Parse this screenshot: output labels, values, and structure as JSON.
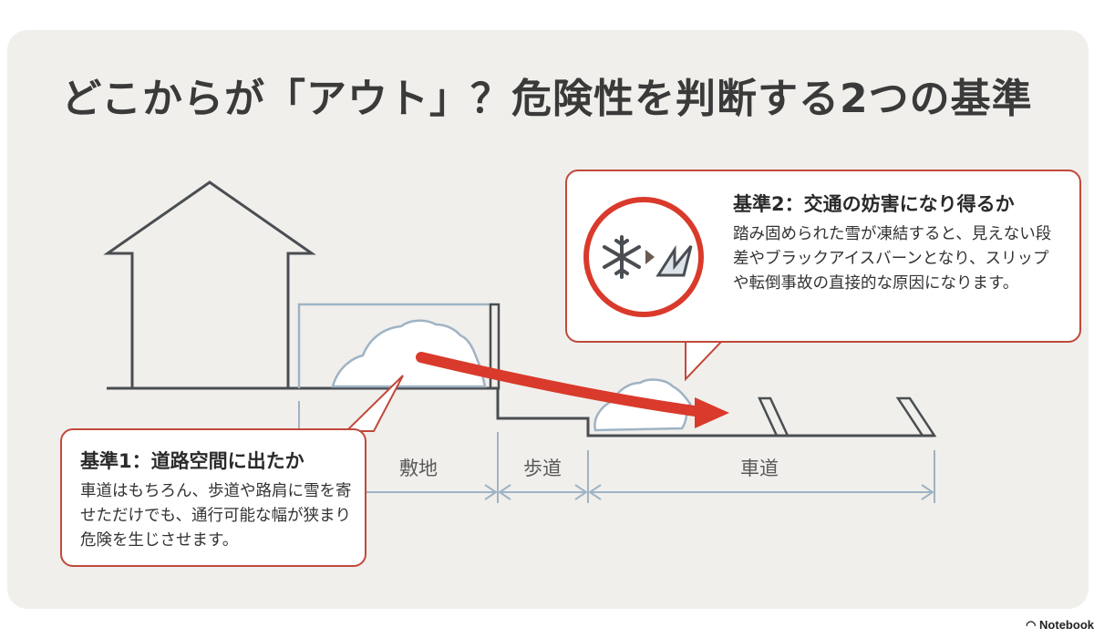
{
  "title": "どこからが「アウト」？危険性を判断する2つの基準",
  "zones": {
    "site": "敷地",
    "sidewalk": "歩道",
    "roadway": "車道"
  },
  "criterion1": {
    "heading": "基準1：道路空間に出たか",
    "body": "車道はもちろん、歩道や路肩に雪を寄せただけでも、通行可能な幅が狭まり危険を生じさせます。"
  },
  "criterion2": {
    "heading": "基準2：交通の妨害になり得るか",
    "body": "踏み固められた雪が凍結すると、見えない段差やブラックアイスバーンとなり、スリップや転倒事故の直接的な原因になります。",
    "icon": "snowflake-to-ice-icon"
  },
  "brand": "Notebook",
  "colors": {
    "accent_red": "#d93a2b",
    "bubble_border": "#c0493a",
    "line_dark": "#4a4e52",
    "line_blue": "#9fb3c4",
    "background": "#f0efeb"
  }
}
